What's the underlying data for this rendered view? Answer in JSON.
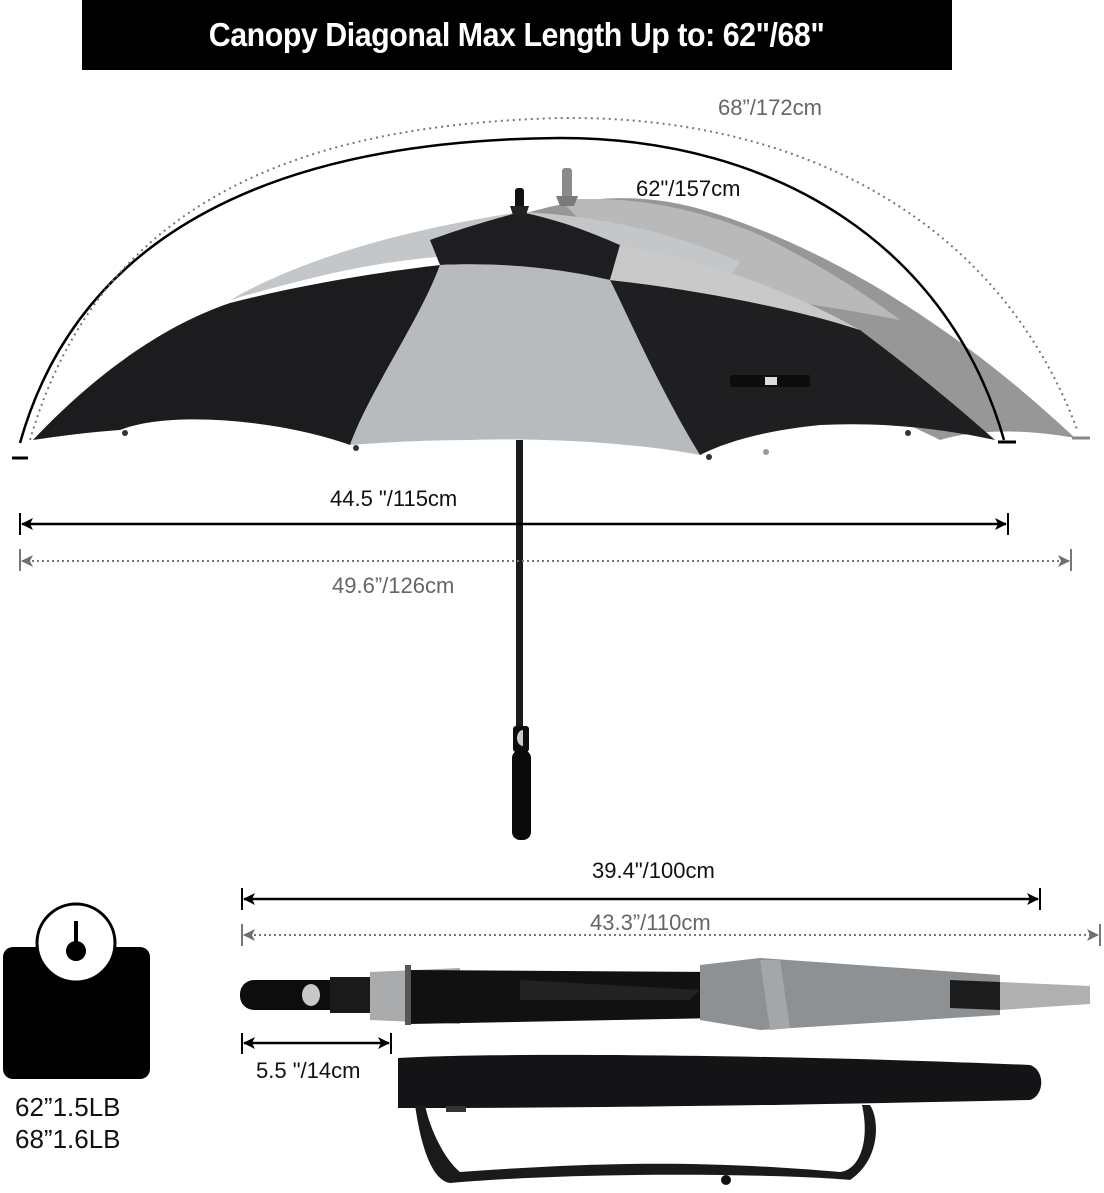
{
  "header": {
    "title": "Canopy Diagonal Max Length Up to: 62\"/68\""
  },
  "canopy_arcs": {
    "large": {
      "label": "68”/172cm",
      "style": "dotted",
      "color": "#777777"
    },
    "small": {
      "label": "62\"/157cm",
      "style": "solid",
      "color": "#000000"
    }
  },
  "open_width": {
    "small": {
      "label": "44.5 \"/115cm",
      "style": "solid",
      "color": "#000000"
    },
    "large": {
      "label": "49.6”/126cm",
      "style": "dotted",
      "color": "#777777"
    }
  },
  "closed_length": {
    "small": {
      "label": "39.4\"/100cm",
      "style": "solid",
      "color": "#000000"
    },
    "large": {
      "label": "43.3”/110cm",
      "style": "dotted",
      "color": "#777777"
    }
  },
  "handle_length": {
    "label": "5.5 \"/14cm"
  },
  "weight": {
    "icon": "scale-icon",
    "lines": [
      "62”1.5LB",
      "68”1.6LB"
    ]
  },
  "product": {
    "canopy_colors": {
      "black": "#1c1c1e",
      "light_gray": "#b4b7ba",
      "ghost_gray": "#8a8a8a"
    },
    "items": [
      "open-umbrella",
      "closed-umbrella",
      "carry-sleeve"
    ]
  }
}
